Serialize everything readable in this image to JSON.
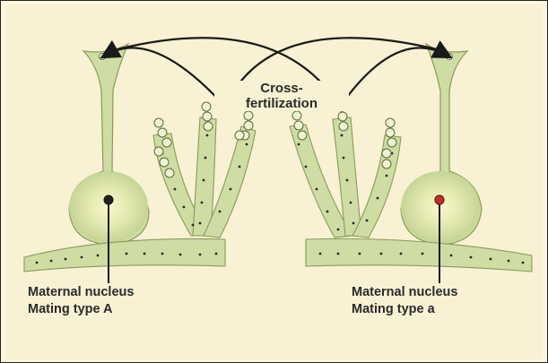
{
  "cross_fertilization": {
    "line1": "Cross-",
    "line2": "fertilization"
  },
  "left_label": {
    "line1": "Maternal nucleus",
    "line2": "Mating type A"
  },
  "right_label": {
    "line1": "Maternal nucleus",
    "line2": "Mating type a"
  },
  "colors": {
    "background": "#f8f1d3",
    "tissue_fill": "#cfdca3",
    "tissue_stroke": "#7c8a4f",
    "left_nucleus": "#222222",
    "right_nucleus": "#c0322a",
    "arrows": "#1a1a1a"
  }
}
